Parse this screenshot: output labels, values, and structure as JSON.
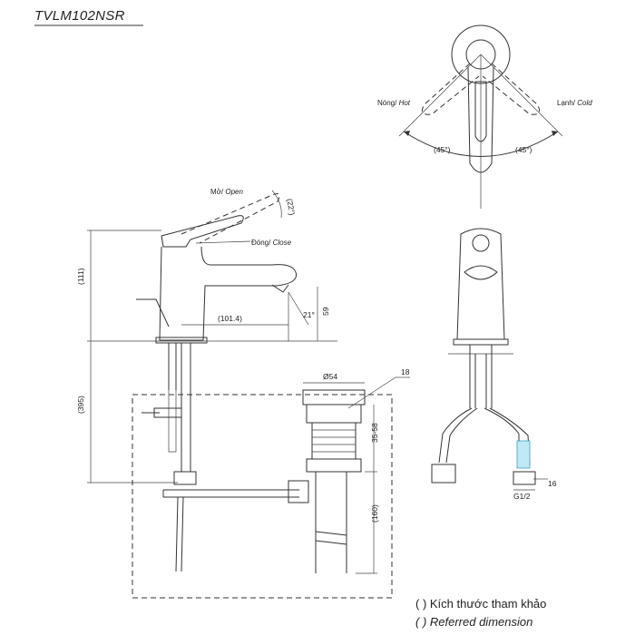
{
  "model": "TVLM102NSR",
  "top_view": {
    "hot_label": "Nóng/ ",
    "hot_label_en": "Hot",
    "cold_label": "Lạnh/ ",
    "cold_label_en": "Cold",
    "angle_left": "(45°)",
    "angle_right": "(45°)"
  },
  "side_view": {
    "open_label": "Mở/ ",
    "open_label_en": "Open",
    "close_label": "Đóng/ ",
    "close_label_en": "Close",
    "handle_angle": "(22°)",
    "spout_angle": "21°",
    "dim_body_height": "(111)",
    "dim_spout_reach": "(101.4)",
    "dim_spout_height": "59",
    "dim_total_below": "(395)",
    "dim_waste_dia": "Ø54",
    "dim_waste_range": "35-58",
    "dim_tail": "(160)",
    "callout_waste": "18"
  },
  "front_view": {
    "callout_hose": "16",
    "thread": "G1/2"
  },
  "legend": {
    "line1": "( ) Kích thước tham khảo",
    "line2": "( ) Referred dimension"
  }
}
